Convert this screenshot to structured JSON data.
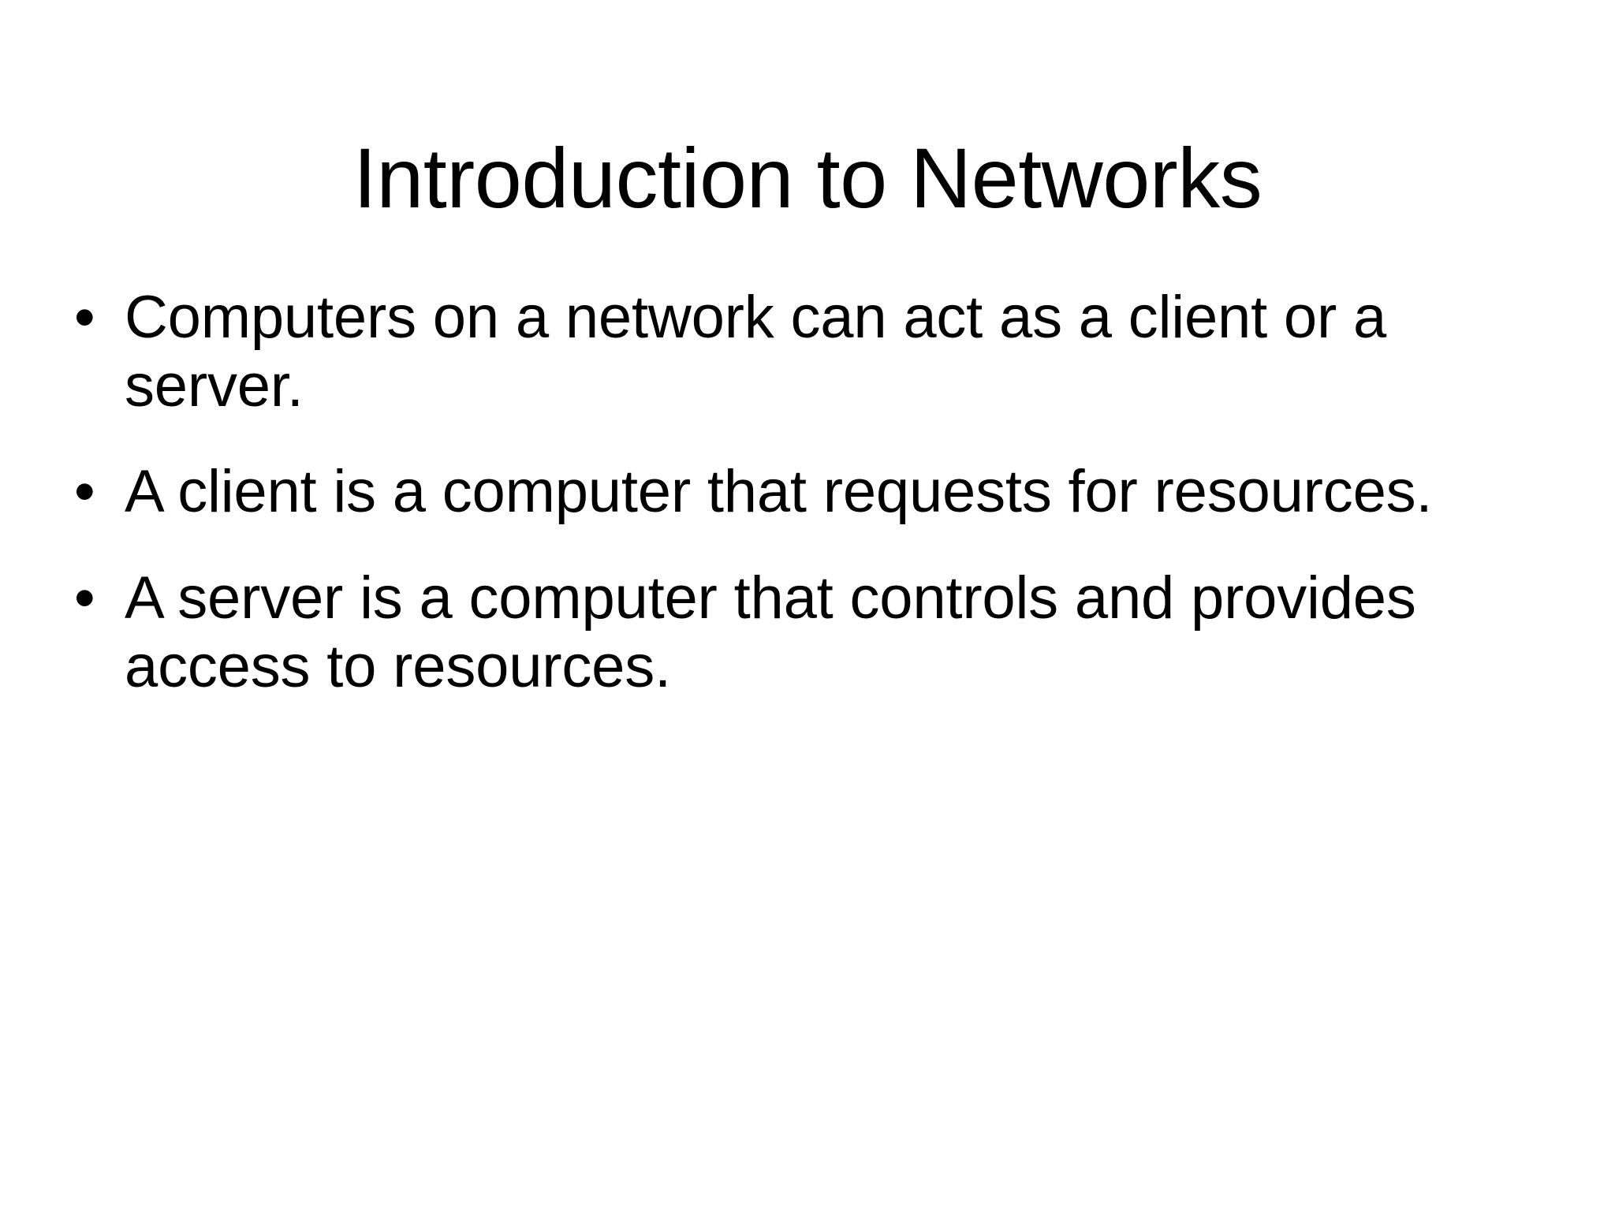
{
  "slide": {
    "background_color": "#ffffff",
    "text_color": "#000000",
    "title": "Introduction to Networks",
    "bullet_marker": "•",
    "bullets": [
      {
        "marker": "•",
        "text": "Computers on a network can act as a client or a server."
      },
      {
        "marker": "•",
        "text": "A client is a computer that requests for resources."
      },
      {
        "marker": "•",
        "text": "A server is a computer that controls and provides access to resources."
      }
    ]
  }
}
